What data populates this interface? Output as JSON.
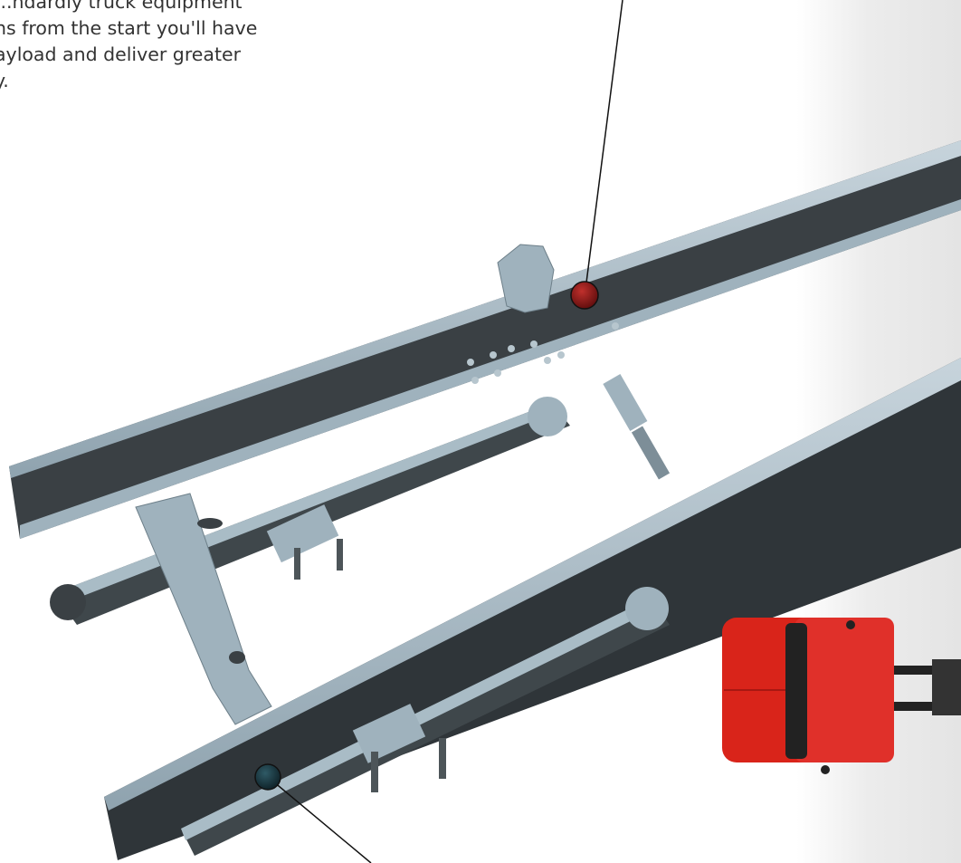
{
  "intro_text": {
    "lines": [
      "...ndardly truck equipment",
      "ns from the start you'll have",
      "ayload and deliver greater",
      "y."
    ]
  },
  "illustration": {
    "subject": "truck chassis frame with rear leaf-spring suspension",
    "callouts": [
      {
        "marker": "red-callout-dot",
        "color": "#8b1a1a"
      },
      {
        "marker": "dark-callout-dot",
        "color": "#1f3f48"
      }
    ],
    "inset": {
      "subject": "red truck cab top view",
      "color": "#d9241a"
    }
  },
  "colors": {
    "frame_steel": "#9fb2bd",
    "frame_shadow": "#3a4044",
    "truck_red": "#d9241a"
  }
}
